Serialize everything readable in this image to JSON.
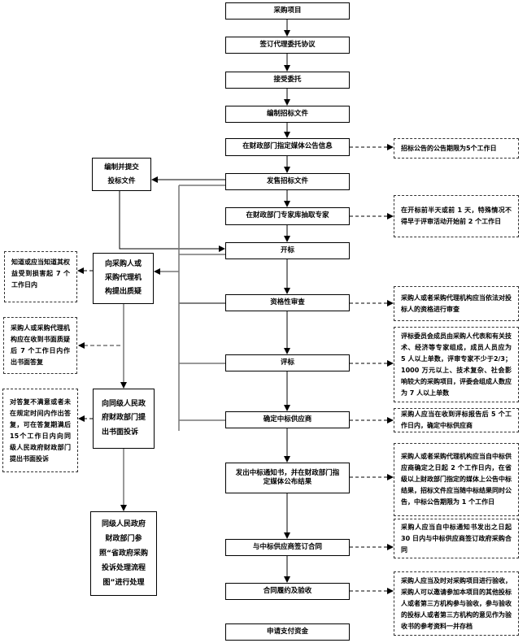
{
  "main_steps": [
    "采购项目",
    "签订代理委托协议",
    "接受委托",
    "编制招标文件",
    "在财政部门指定媒体公告信息",
    "发售招标文件",
    "在财政部门专家库抽取专家",
    "开标",
    "资格性审查",
    "评标",
    "确定中标供应商",
    "发出中标通知书，并在财政部门指定媒体公布结果",
    "与中标供应商签订合同",
    "合同履约及验收",
    "申请支付资金"
  ],
  "right_notes": [
    "招标公告的公告期限为5个工作日",
    "在开标前半天或前 1 天，特殊情况不得早于评审活动开始前 2 个工作日",
    "采购人或者采购代理机构应当依法对投标人的资格进行审查",
    "评标委员会成员由采购人代表和有关技术、经济等专家组成，成员人员应为 5 人以上单数，评审专家不少于2/3；1000 万元以上、技术复杂、社会影响较大的采购项目，评委会组成人数应为 7 人以上单数",
    "采购人应当在收到评标报告后 5 个工作日内，确定中标供应商",
    "采购人或者采购代理机构应当自中标供应商确定之日起 2 个工作日内，在省级以上财政部门指定的媒体上公告中标结果，招标文件应当随中标结果同时公告，中标公告期限为 1 个工作日",
    "采购人应当自中标通知书发出之日起 30 日内与中标供应商签订政府采购合同",
    "采购人应当及时对采购项目进行验收，采购人可以邀请参加本项目的其他投标人或者第三方机构参与验收，参与验收的投标人或者第三方机构的意见作为验收书的参考资料一并存档"
  ],
  "left_boxes": {
    "bid_prep": "编制并提交投标文件",
    "query": "向采购人或采购代理机构提出质疑",
    "complaint": "向同级人民政府财政部门提出书面投诉",
    "handling": "同级人民政府财政部门参照“省政府采购投诉处理流程图”进行处理"
  },
  "left_notes": [
    "知道或应当知道其权益受到损害起 7 个工作日内",
    "采购人或采购代理机构应在收到书面质疑后 7 个工作日内作出书面答复",
    "对答复不满意或者未在规定时间内作出答复，可在答复期满后15个工作日内向同级人民政府财政部门提出书面投诉"
  ]
}
